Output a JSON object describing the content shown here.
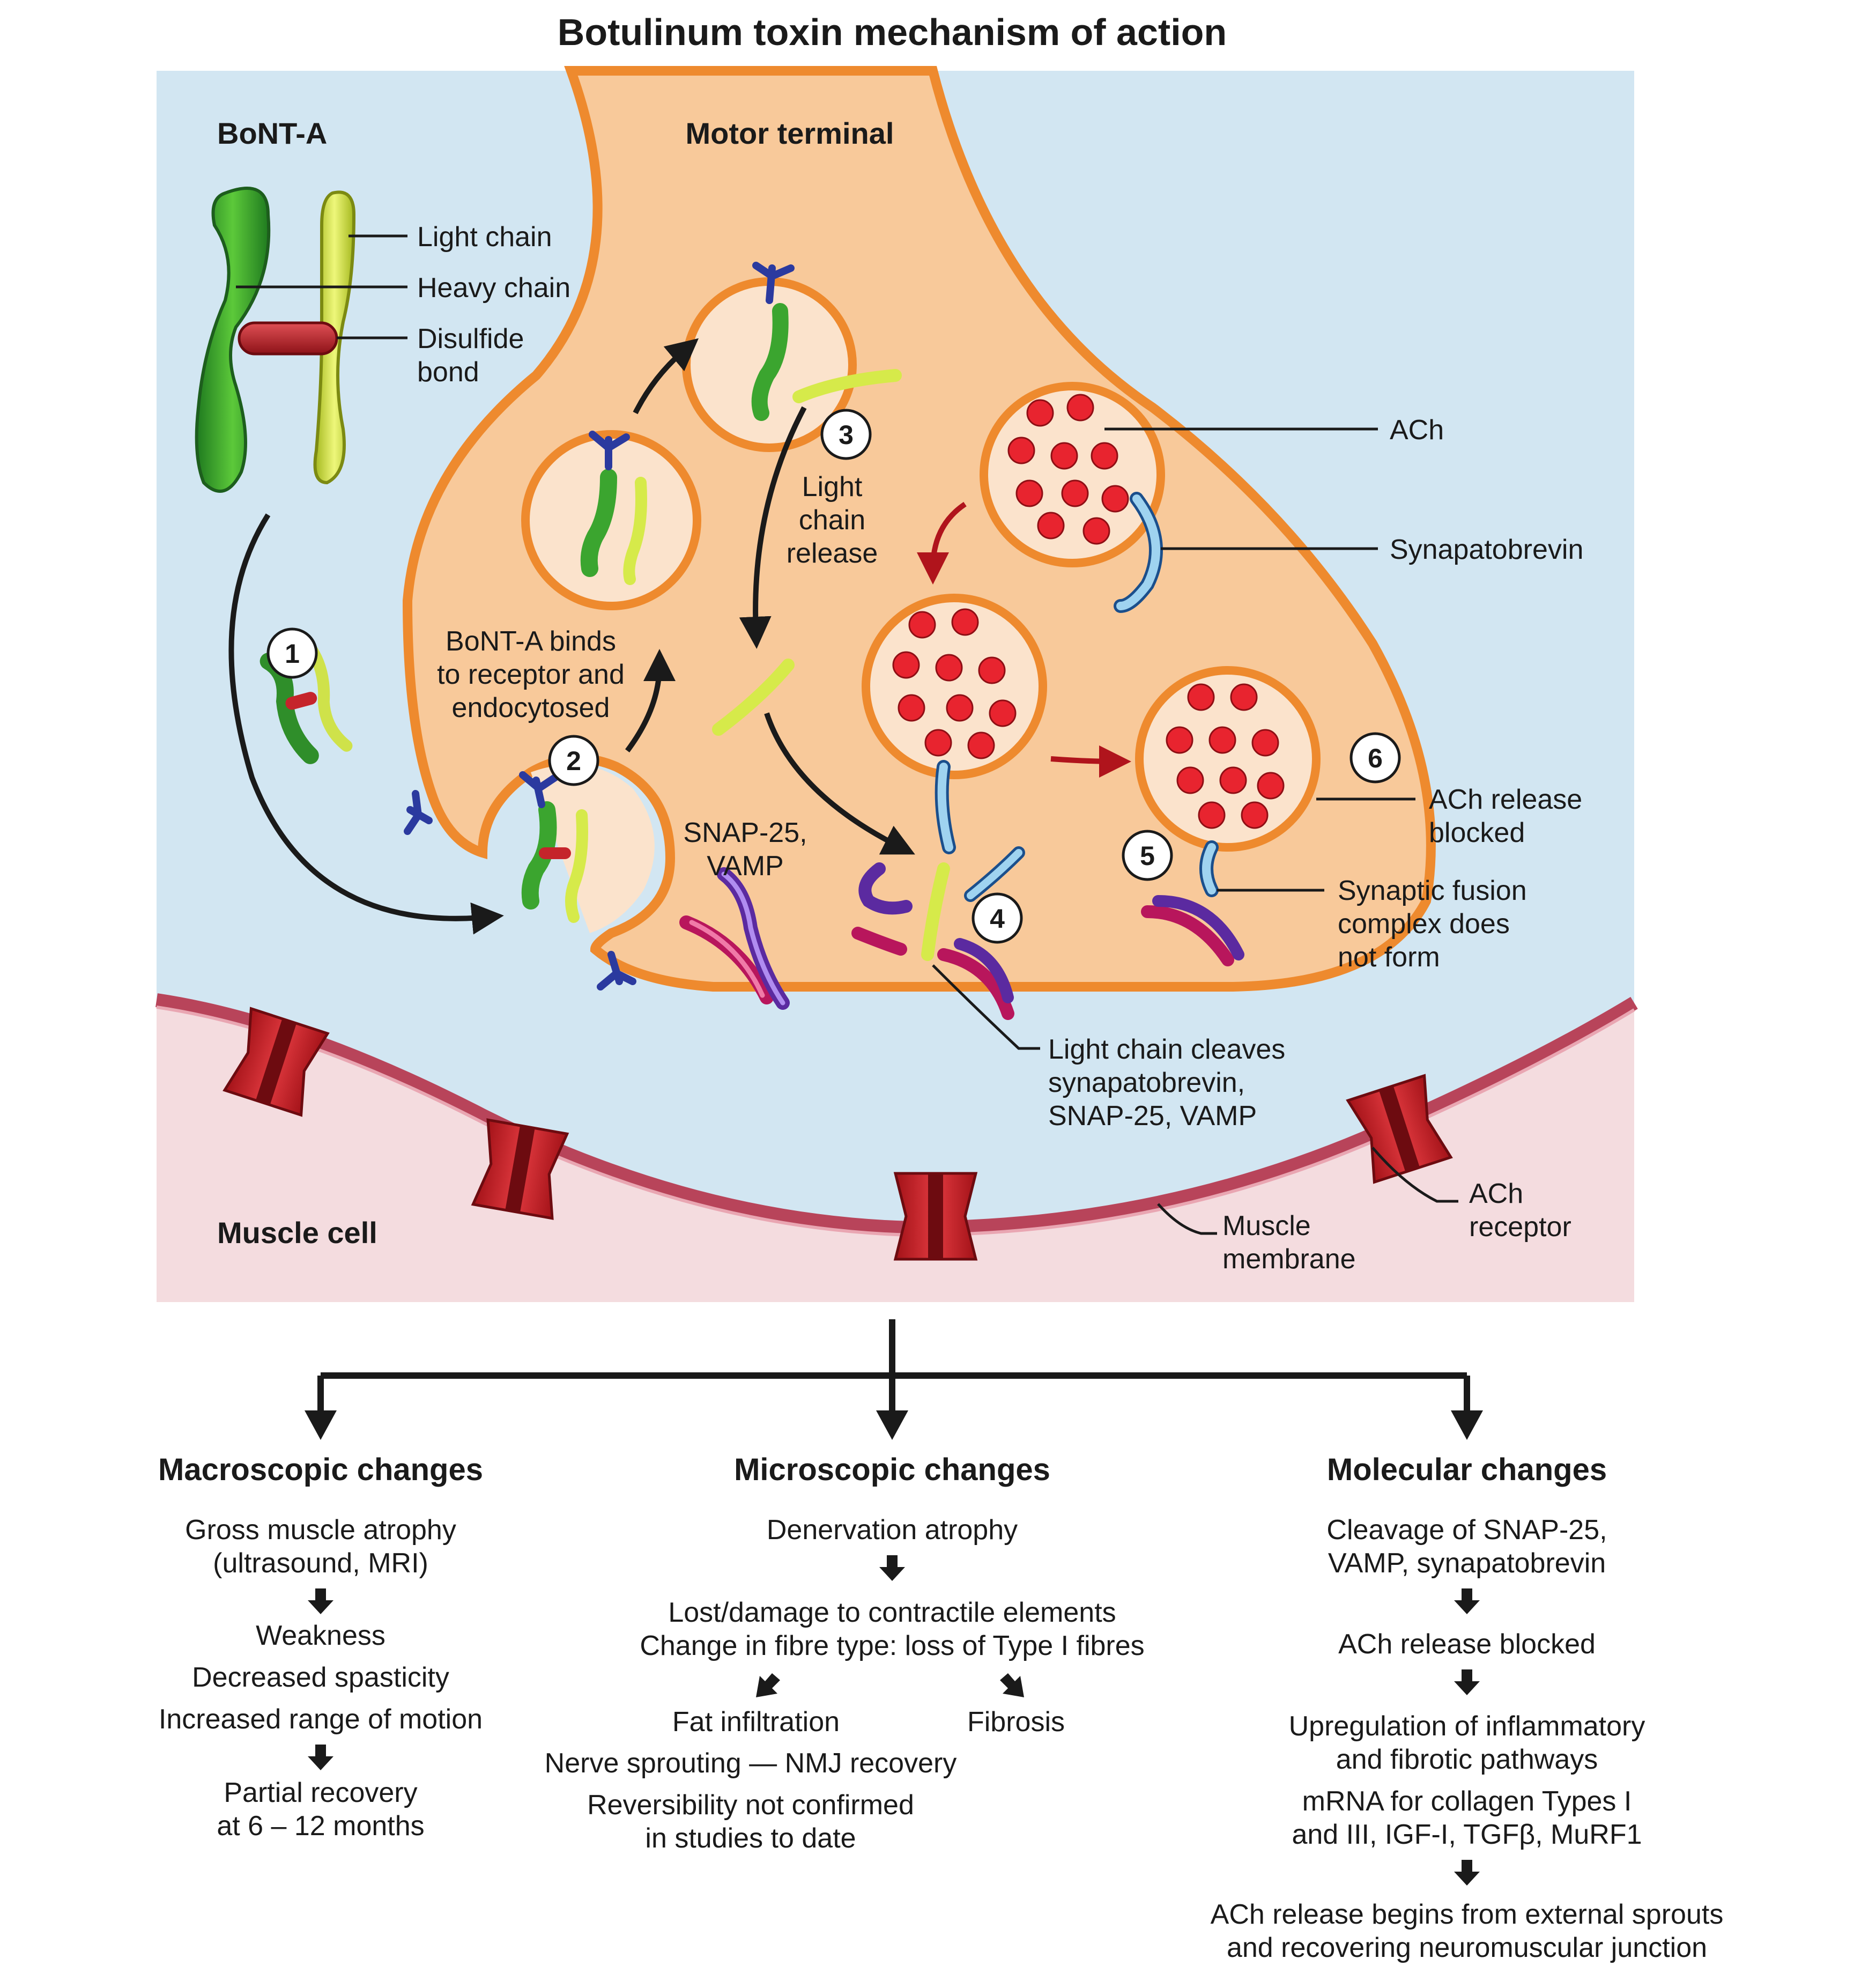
{
  "title": "Botulinum toxin mechanism of action",
  "diagram": {
    "bont_a": "BoNT-A",
    "motor_terminal": "Motor terminal",
    "light_chain": "Light chain",
    "heavy_chain": "Heavy chain",
    "disulfide_bond_1": "Disulfide",
    "disulfide_bond_2": "bond",
    "ach": "ACh",
    "synapatobrevin": "Synapatobrevin",
    "step3_1": "Light",
    "step3_2": "chain",
    "step3_3": "release",
    "step2_1": "BoNT-A binds",
    "step2_2": "to receptor and",
    "step2_3": "endocytosed",
    "snap_1": "SNAP-25,",
    "snap_2": "VAMP",
    "blocked_1": "ACh release",
    "blocked_2": "blocked",
    "fusion_1": "Synaptic fusion",
    "fusion_2": "complex does",
    "fusion_3": "not form",
    "cleaves_1": "Light chain cleaves",
    "cleaves_2": "synapatobrevin,",
    "cleaves_3": "SNAP-25, VAMP",
    "muscle_cell": "Muscle cell",
    "muscle_membrane_1": "Muscle",
    "muscle_membrane_2": "membrane",
    "ach_receptor_1": "ACh",
    "ach_receptor_2": "receptor",
    "steps": [
      "1",
      "2",
      "3",
      "4",
      "5",
      "6"
    ]
  },
  "columns": {
    "macro": {
      "header": "Macroscopic changes",
      "l1": "Gross muscle atrophy",
      "l2": "(ultrasound, MRI)",
      "l3": "Weakness",
      "l4": "Decreased spasticity",
      "l5": "Increased range of motion",
      "l6": "Partial recovery",
      "l7": "at 6 – 12 months"
    },
    "micro": {
      "header": "Microscopic changes",
      "l1": "Denervation atrophy",
      "l2": "Lost/damage to contractile elements",
      "l3": "Change in fibre type: loss of Type I fibres",
      "l4": "Fat infiltration",
      "l5": "Fibrosis",
      "l6": "Nerve sprouting — NMJ recovery",
      "l7": "Reversibility not confirmed",
      "l8": "in studies to date"
    },
    "molec": {
      "header": "Molecular changes",
      "l1": "Cleavage of SNAP-25,",
      "l2": "VAMP, synapatobrevin",
      "l3": "ACh release blocked",
      "l4": "Upregulation of inflammatory",
      "l5": "and fibrotic pathways",
      "l6": "mRNA for collagen Types I",
      "l7": "and III, IGF-I, TGFβ, MuRF1",
      "l8": "ACh release begins from external sprouts",
      "l9": "and recovering neuromuscular junction"
    }
  },
  "colors": {
    "synaptic_cleft": "#d2e6f2",
    "terminal_fill": "#f8c99a",
    "terminal_stroke": "#ee8a2e",
    "muscle_fill": "#f4dcdf",
    "membrane": "#b8445a",
    "heavy_chain": "#3ba52f",
    "light_chain": "#d6ea4a",
    "receptor": "#2b3a9f",
    "ach": "#e8242f"
  }
}
